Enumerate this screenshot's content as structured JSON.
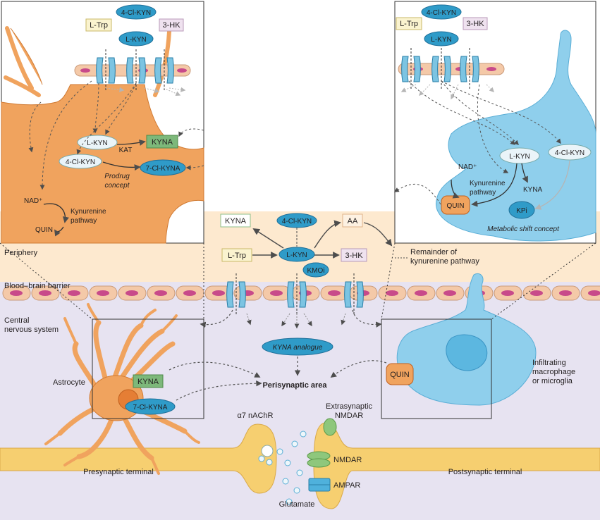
{
  "colors": {
    "periphery_bg": "#fde9cf",
    "cns_bg": "#e7e3f1",
    "astrocyte": "#f0a35e",
    "macrophage": "#8fcfec",
    "synapse": "#f6cf70",
    "transporter": "#7cc4e2",
    "endothelial": "#f4c9a8",
    "nucleus": "#c84a8a",
    "kyna_box": "#7db87a",
    "kyn_oval": "#2f9bc8",
    "ltrp_box": "#faf3cf",
    "hk_box": "#efe2ef",
    "quin_box": "#f0a35e",
    "nmdar": "#8ec77c",
    "ampar": "#4fb1dc"
  },
  "regions": {
    "periphery": "Periphery",
    "bbb": "Blood–brain barrier",
    "cns_line1": "Central",
    "cns_line2": "nervous system"
  },
  "center": {
    "kyna": "KYNA",
    "cl_kyn": "4-Cl-KYN",
    "aa": "AA",
    "ltrp": "L-Trp",
    "lkyn": "L-KYN",
    "kmoi": "KMOi",
    "hk": "3-HK",
    "remainder_line1": "Remainder of",
    "remainder_line2": "kynurenine pathway",
    "kyna_analogue": "KYNA analogue",
    "perisynaptic": "Perisynaptic area"
  },
  "left_panel": {
    "cl_kyn": "4-Cl-KYN",
    "lkyn_top": "L-KYN",
    "ltrp": "L-Trp",
    "hk": "3-HK",
    "lkyn": "L-KYN",
    "kat": "KAT",
    "kyna": "KYNA",
    "cl_kyn_inner": "4-Cl-KYN",
    "cl_kyna": "7-Cl-KYNA",
    "concept_line1": "Prodrug",
    "concept_line2": "concept",
    "nad": "NAD⁺",
    "kyn_path_line1": "Kynurenine",
    "kyn_path_line2": "pathway",
    "quin": "QUIN"
  },
  "right_panel": {
    "cl_kyn": "4-Cl-KYN",
    "lkyn_top": "L-KYN",
    "ltrp": "L-Trp",
    "hk": "3-HK",
    "nad": "NAD⁺",
    "lkyn": "L-KYN",
    "cl_kyn_inner": "4-Cl-KYN",
    "kyn_path_line1": "Kynurenine",
    "kyn_path_line2": "pathway",
    "kyna": "KYNA",
    "quin": "QUIN",
    "kpi": "KPi",
    "concept": "Metabolic shift concept"
  },
  "cns": {
    "astrocyte": "Astrocyte",
    "kyna": "KYNA",
    "cl_kyna": "7-Cl-KYNA",
    "quin": "QUIN",
    "macrophage_line1": "Infiltrating",
    "macrophage_line2": "macrophage",
    "macrophage_line3": "or microglia"
  },
  "synapse": {
    "a7": "α7 nAChR",
    "extra_line1": "Extrasynaptic",
    "extra_line2": "NMDAR",
    "nmdar": "NMDAR",
    "ampar": "AMPAR",
    "glutamate": "Glutamate",
    "pre": "Presynaptic terminal",
    "post": "Postsynaptic terminal"
  }
}
